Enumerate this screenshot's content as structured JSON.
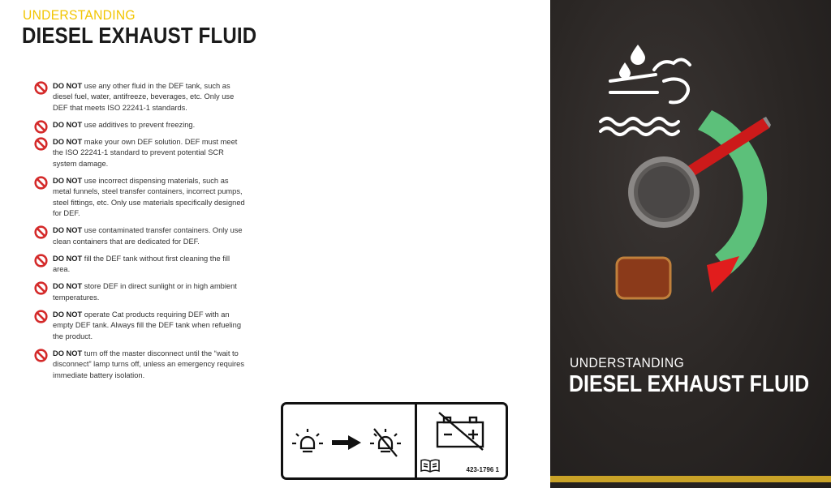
{
  "header": {
    "kicker": "UNDERSTANDING",
    "title": "DIESEL EXHAUST FLUID"
  },
  "rules": [
    {
      "lead": "DO NOT",
      "text": "use any other fluid in the DEF tank, such as diesel fuel, water, antifreeze, beverages, etc.  Only use DEF that meets ISO 22241-1 standards."
    },
    {
      "lead": "DO NOT",
      "text": "use additives to prevent freezing."
    },
    {
      "lead": "DO NOT",
      "text": "make your own DEF solution.  DEF must meet the ISO 22241-1 standard to prevent potential SCR system damage."
    },
    {
      "lead": "DO NOT",
      "text": "use incorrect dispensing materials, such as metal funnels, steel transfer containers, incorrect pumps, steel fittings, etc.  Only use materials specifically designed for DEF."
    },
    {
      "lead": "DO NOT",
      "text": "use contaminated transfer containers.  Only use clean containers that are dedicated for DEF."
    },
    {
      "lead": "DO NOT",
      "text": "fill the DEF tank without first cleaning the fill area."
    },
    {
      "lead": "DO NOT",
      "text": "store DEF in direct sunlight or in high ambient temperatures."
    },
    {
      "lead": "DO NOT",
      "text": "operate Cat products requiring DEF with an empty DEF tank.  Always fill the DEF tank when refueling the product."
    },
    {
      "lead": "DO NOT",
      "text": "turn off the master disconnect until the “wait to disconnect” lamp turns off, unless an emergency requires immediate battery isolation."
    }
  ],
  "decal": {
    "part_number": "423-1796 1",
    "icons": [
      "lamp-on-icon",
      "arrow-icon",
      "lamp-off-icon",
      "battery-disconnect-icon",
      "manual-book-icon"
    ]
  },
  "cover": {
    "kicker": "UNDERSTANDING",
    "title": "DIESEL EXHAUST FLUID"
  },
  "gauge": {
    "icon": "def-fluid-icon",
    "level": 0.95
  },
  "colors": {
    "accent_yellow": "#f2c500",
    "gold_bar": "#c9a227",
    "gauge_green": "#5cc07a",
    "gauge_red": "#e11d1d",
    "needle_red": "#cc1a1a",
    "panel_dark": "#2a2624",
    "warning_lamp": "#8b3a1a",
    "no_symbol_red": "#d42a2a"
  }
}
